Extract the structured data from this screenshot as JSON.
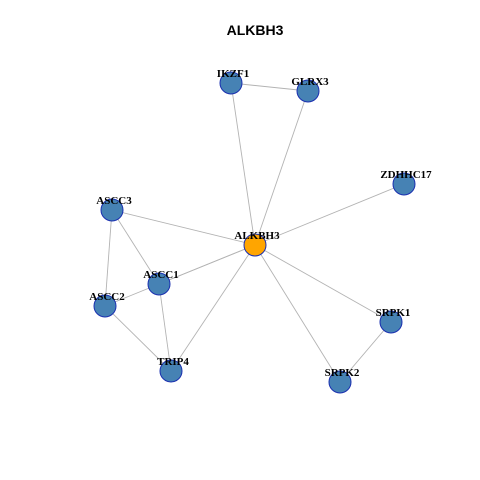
{
  "title": "ALKBH3",
  "colors": {
    "hub": "#ffa500",
    "node": "#4682b4",
    "node_border": "#1a2fb0",
    "edge": "#b3b3b3"
  },
  "nodes": [
    {
      "id": "ALKBH3",
      "label": "ALKBH3",
      "hub": true
    },
    {
      "id": "IKZF1",
      "label": "IKZF1",
      "hub": false
    },
    {
      "id": "GLRX3",
      "label": "GLRX3",
      "hub": false
    },
    {
      "id": "ZDHHC17",
      "label": "ZDHHC17",
      "hub": false
    },
    {
      "id": "ASCC3",
      "label": "ASCC3",
      "hub": false
    },
    {
      "id": "ASCC1",
      "label": "ASCC1",
      "hub": false
    },
    {
      "id": "ASCC2",
      "label": "ASCC2",
      "hub": false
    },
    {
      "id": "TRIP4",
      "label": "TRIP4",
      "hub": false
    },
    {
      "id": "SRPK1",
      "label": "SRPK1",
      "hub": false
    },
    {
      "id": "SRPK2",
      "label": "SRPK2",
      "hub": false
    }
  ],
  "edges": [
    [
      "IKZF1",
      "GLRX3"
    ],
    [
      "IKZF1",
      "ALKBH3"
    ],
    [
      "GLRX3",
      "ALKBH3"
    ],
    [
      "ZDHHC17",
      "ALKBH3"
    ],
    [
      "ASCC3",
      "ALKBH3"
    ],
    [
      "ASCC1",
      "ALKBH3"
    ],
    [
      "ASCC2",
      "ALKBH3"
    ],
    [
      "TRIP4",
      "ALKBH3"
    ],
    [
      "SRPK1",
      "ALKBH3"
    ],
    [
      "SRPK2",
      "ALKBH3"
    ],
    [
      "ASCC3",
      "ASCC1"
    ],
    [
      "ASCC3",
      "ASCC2"
    ],
    [
      "ASCC1",
      "TRIP4"
    ],
    [
      "ASCC2",
      "TRIP4"
    ],
    [
      "SRPK1",
      "SRPK2"
    ]
  ]
}
